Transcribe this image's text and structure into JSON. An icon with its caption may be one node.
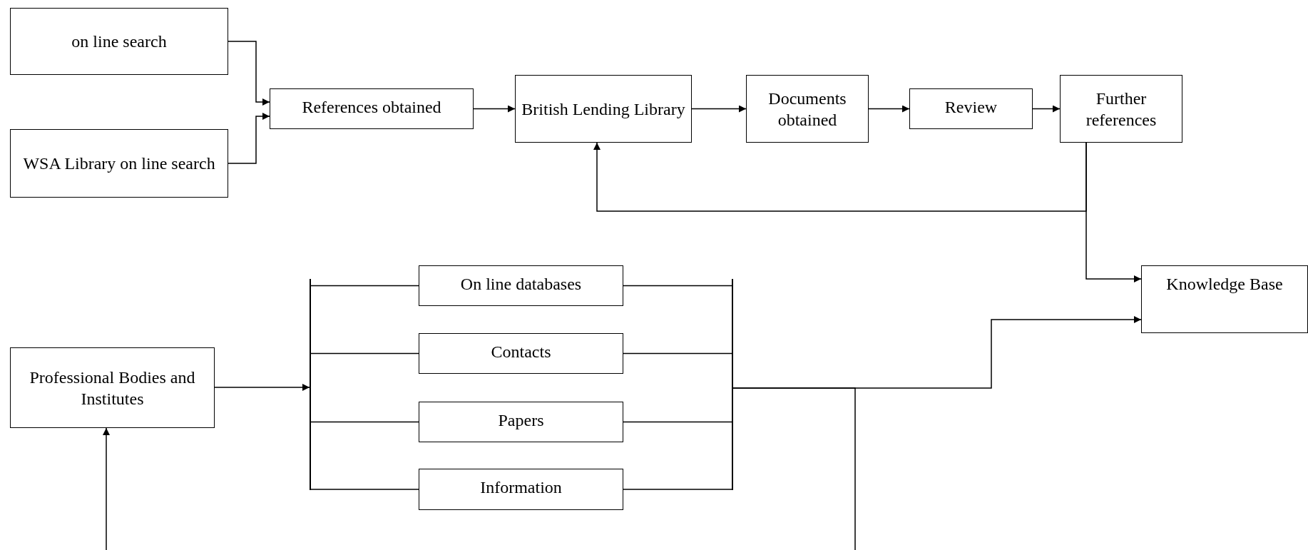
{
  "diagram": {
    "nodes": [
      {
        "text": [
          "on line search"
        ]
      },
      {
        "text": [
          "WSA Library on line search"
        ]
      },
      {
        "text": [
          "References obtained"
        ]
      },
      {
        "text": [
          "British Lending Library"
        ]
      },
      {
        "text": [
          "Documents obtained"
        ]
      },
      {
        "text": [
          "Review"
        ]
      },
      {
        "text": [
          "Further references"
        ]
      },
      {
        "text": [
          "Knowledge Base"
        ]
      },
      {
        "text": [
          "Professional Bodies and Institutes"
        ]
      },
      {
        "text": [
          "On line databases"
        ]
      },
      {
        "text": [
          "Contacts"
        ]
      },
      {
        "text": [
          "Papers"
        ]
      },
      {
        "text": [
          "Information"
        ]
      },
      {
        "text": [],
        "shape": "bar"
      },
      {
        "text": [],
        "shape": "bar"
      }
    ],
    "edges": [
      {
        "from": 0,
        "to": 2,
        "arrow": "to"
      },
      {
        "from": 1,
        "to": 2,
        "arrow": "to"
      },
      {
        "from": 2,
        "to": 3,
        "arrow": "to"
      },
      {
        "from": 3,
        "to": 4,
        "arrow": "to"
      },
      {
        "from": 4,
        "to": 5,
        "arrow": "to"
      },
      {
        "from": 5,
        "to": 6,
        "arrow": "to"
      },
      {
        "from": 6,
        "to": 3,
        "arrow": "to"
      },
      {
        "from": 6,
        "to": 7,
        "arrow": "to"
      },
      {
        "from": 8,
        "to": 13,
        "arrow": "to"
      },
      {
        "from": 13,
        "to": 9,
        "arrow": "none"
      },
      {
        "from": 13,
        "to": 10,
        "arrow": "none"
      },
      {
        "from": 13,
        "to": 11,
        "arrow": "none"
      },
      {
        "from": 13,
        "to": 12,
        "arrow": "none"
      },
      {
        "from": 9,
        "to": 14,
        "arrow": "none"
      },
      {
        "from": 10,
        "to": 14,
        "arrow": "none"
      },
      {
        "from": 11,
        "to": 14,
        "arrow": "none"
      },
      {
        "from": 12,
        "to": 14,
        "arrow": "none"
      },
      {
        "from": 14,
        "to": 7,
        "arrow": "to"
      },
      {
        "from": 14,
        "to": null,
        "arrow": "none"
      },
      {
        "from": null,
        "to": 8,
        "arrow": "to"
      }
    ]
  }
}
